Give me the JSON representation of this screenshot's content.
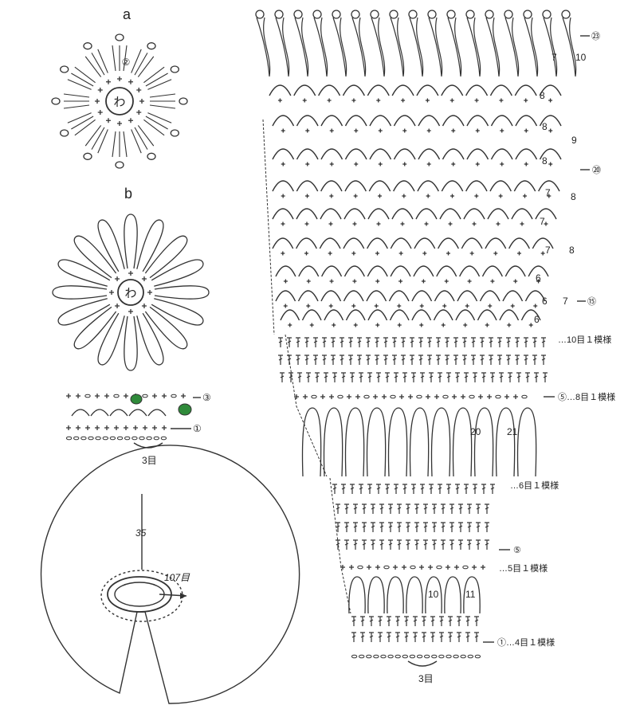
{
  "motif_a": {
    "label": "a",
    "ring_char": "わ",
    "round_mark": "②"
  },
  "motif_b": {
    "label": "b",
    "ring_char": "わ"
  },
  "small_chart": {
    "round_3": "③",
    "round_1": "①",
    "count": "3目"
  },
  "flap": {
    "depth": "35",
    "stitches": "107目"
  },
  "main_chart": {
    "top_round": "㉓",
    "round_20": "⑳",
    "round_15": "⑮",
    "numbers": {
      "r_top_7": "7",
      "r_top_10": "10",
      "r1_8": "8",
      "r2_8": "8",
      "r2_9": "9",
      "r3_8": "8",
      "r4_7": "7",
      "r4_8": "8",
      "r5_7": "7",
      "r6_7": "7",
      "r6_8": "8",
      "r7_6": "6",
      "r8_6": "6",
      "r8_7": "7",
      "r9_6": "6",
      "long_20": "20",
      "long_21": "21",
      "low_10": "10",
      "low_11": "11"
    },
    "repeats": {
      "ten": "…10目１模様",
      "eight": "⑤…8目１模様",
      "six": "…6目１模様",
      "five_mark": "⑤",
      "five": "…5目１模様",
      "four": "①…4目１模様"
    },
    "bottom_count": "3目"
  }
}
